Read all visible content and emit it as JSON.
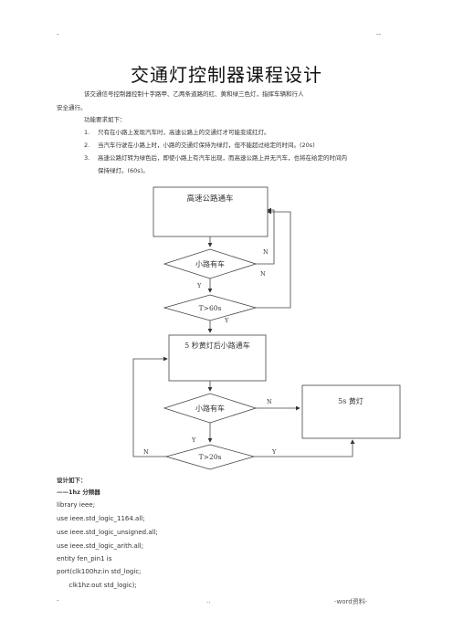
{
  "header": {
    "left_mark": "-",
    "right_mark": "--"
  },
  "title": "交通灯控制器课程设计",
  "intro": {
    "line1": "该交通信号控制器控制十字路甲、乙两条道路的红、黄和绿三色灯，指挥车辆和行人",
    "line2": "安全通行。",
    "req_heading": "功能要求如下："
  },
  "requirements": [
    {
      "num": "1.",
      "text": "只有在小路上发现汽车时，高速公路上的交通灯才可能变成红灯。"
    },
    {
      "num": "2.",
      "text": "当汽车行驶在小路上时，小路的交通灯保持为绿灯，但不能超过给定的时间。(20s)"
    },
    {
      "num": "3.",
      "text": "高速公路灯转为绿色后，即使小路上有汽车出现，而高速公路上并无汽车，也将在给定的时间内"
    },
    {
      "num": "",
      "text": "保持绿灯。(60s)。"
    }
  ],
  "flowchart": {
    "box_highway": "高速公路通车",
    "diamond_small_road_1": "小路有车",
    "diamond_t60": "T>60s",
    "box_yellow5": "5 秒黄灯后小路通车",
    "diamond_small_road_2": "小路有车",
    "box_yellow5s": "5s 黄灯",
    "diamond_t20": "T>20s",
    "label_n1": "N",
    "label_n2": "N",
    "label_y1": "Y",
    "label_y2": "Y",
    "label_n3": "N",
    "label_y3": "Y",
    "label_n4": "N",
    "label_y4": "Y"
  },
  "design": {
    "heading": "设计如下：",
    "sub_heading": "——1hz 分频器",
    "code_lines": [
      "library ieee;",
      "use ieee.std_logic_1164.all;",
      "use ieee.std_logic_unsigned.all;",
      "use ieee.std_logic_arith.all;",
      "entity fen_pin1 is",
      "port(clk100hz:in std_logic;",
      "      clk1hz:out std_logic);"
    ]
  },
  "footer": {
    "left_mark": "-",
    "center_mark": "..",
    "right_text": "-word资料-"
  }
}
